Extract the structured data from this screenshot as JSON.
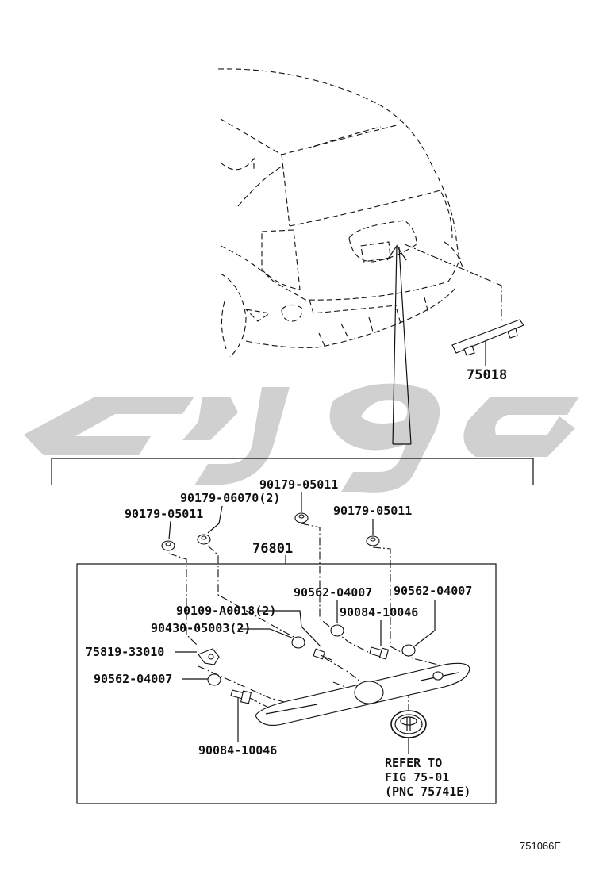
{
  "diagram_id": "751066E",
  "upper_part": "75018",
  "main_part": "76801",
  "labels": {
    "clip_top_center": "90179-05011",
    "bolt_top": "90179-06070(2)",
    "clip_left": "90179-05011",
    "clip_right": "90179-05011",
    "cushion_mid": "90562-04007",
    "cushion_right": "90562-04007",
    "screw_a": "90109-A0018(2)",
    "screw_mid": "90084-10046",
    "nut": "90430-05003(2)",
    "bracket": "75819-33010",
    "cushion_left": "90562-04007",
    "screw_bottom": "90084-10046"
  },
  "refer": {
    "line1": "REFER TO",
    "line2": "FIG 75-01",
    "line3": "(PNC 75741E)"
  }
}
